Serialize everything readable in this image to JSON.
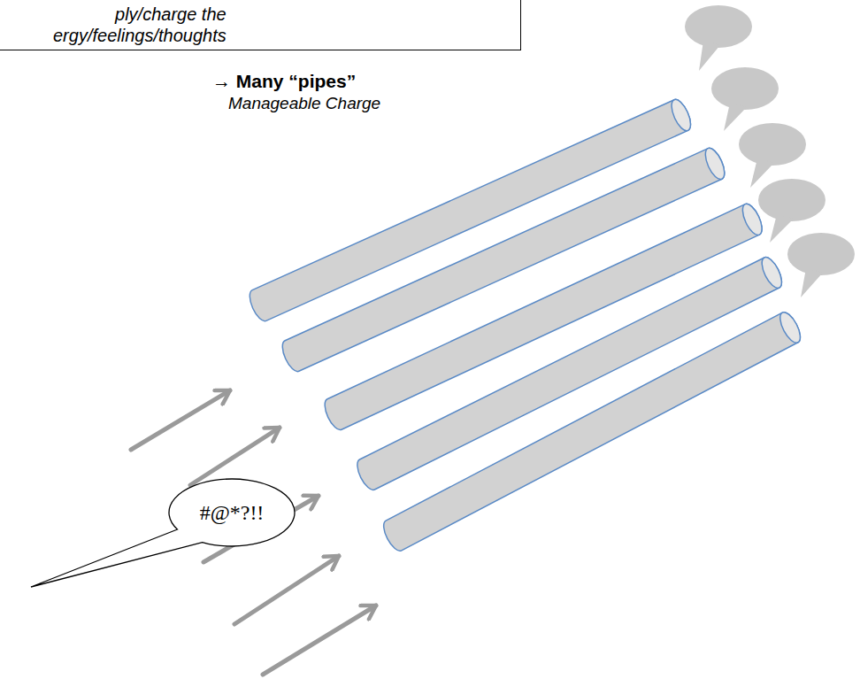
{
  "diagram": {
    "nodes": [
      {
        "text": [
          "ply/charge the ergy/feelings/thoughts"
        ]
      },
      {
        "text": [
          "#@*?!!"
        ]
      }
    ],
    "labels": [
      "→ Many “pipes”",
      "Manageable Charge"
    ]
  }
}
